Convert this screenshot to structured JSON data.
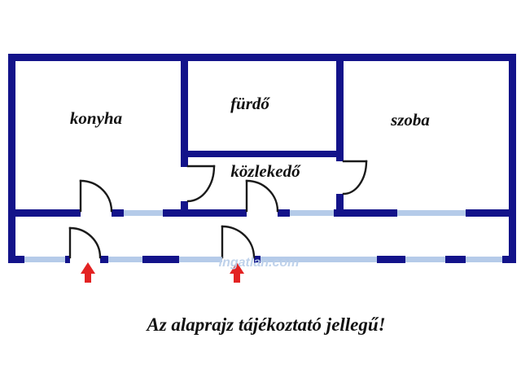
{
  "floorplan": {
    "rooms": [
      {
        "label": "konyha"
      },
      {
        "label": "fürdő"
      },
      {
        "label": "szoba"
      },
      {
        "label": "közlekedő"
      }
    ],
    "caption": "Az alaprajz tájékoztató jellegű!",
    "watermark": "ingatlan.com",
    "entrance_arrows": 2,
    "colors": {
      "wall": "#13138a",
      "window": "#b5cbe9",
      "door": "#1a1a1a",
      "arrow": "#e32222",
      "label": "#111111",
      "watermark": "#bcd0ea"
    }
  }
}
